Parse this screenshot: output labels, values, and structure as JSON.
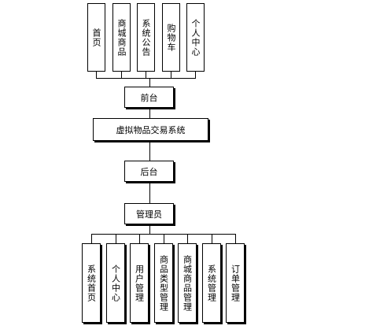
{
  "diagram": {
    "frontend_modules": [
      "首页",
      "商城商品",
      "系统公告",
      "购物车",
      "个人中心"
    ],
    "frontend_label": "前台",
    "system_label": "虚拟物品交易系统",
    "backend_label": "后台",
    "admin_label": "管理员",
    "backend_modules": [
      "系统首页",
      "个人中心",
      "用户管理",
      "商品类型管理",
      "商城商品管理",
      "系统管理",
      "订单管理"
    ]
  }
}
